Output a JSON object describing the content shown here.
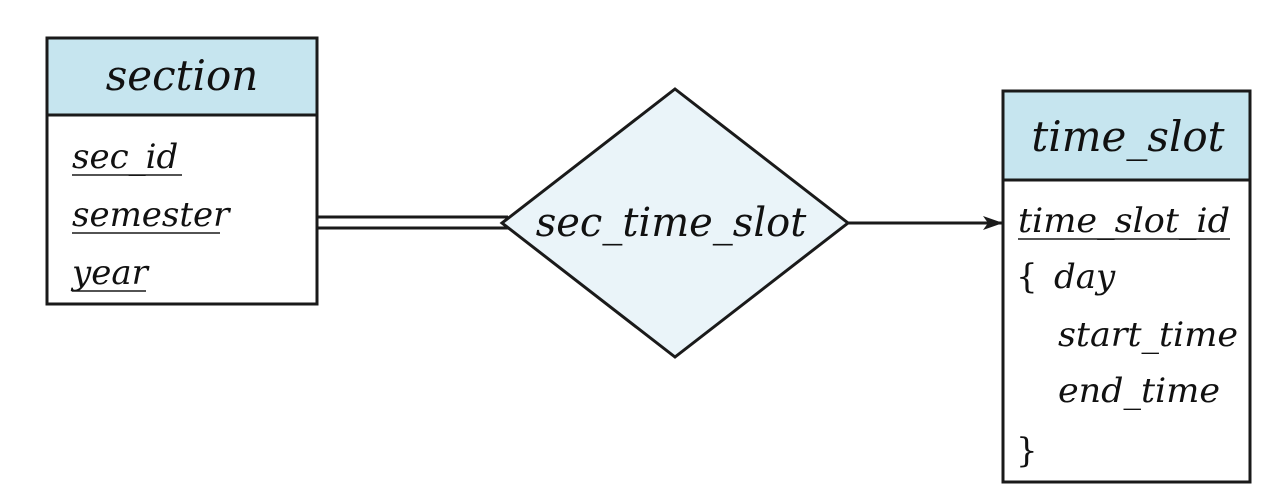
{
  "colors": {
    "entity_header_fill": "#c6e5ef",
    "relationship_fill": "#eaf4f9",
    "stroke": "#1a1a1a"
  },
  "entities": {
    "section": {
      "title": "section",
      "attributes": [
        "sec_id",
        "semester",
        "year"
      ]
    },
    "time_slot": {
      "title": "time_slot",
      "primary_key": "time_slot_id",
      "brace_open": "{",
      "composite_attributes": [
        "day",
        "start_time",
        "end_time"
      ],
      "brace_close": "}"
    }
  },
  "relationship": {
    "name": "sec_time_slot"
  }
}
